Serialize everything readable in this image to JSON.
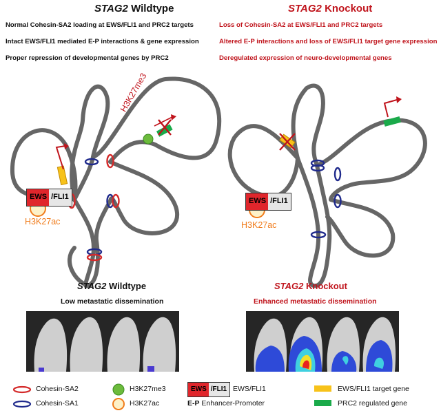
{
  "left": {
    "title_gene": "STAG2",
    "title_rest": " Wildtype",
    "lines": [
      "Normal Cohesin-SA2 loading at EWS/FLI1 and PRC2 targets",
      "Intact EWS/FLI1 mediated E-P interactions & gene expression",
      "Proper repression of developmental genes by PRC2"
    ],
    "h3k27me3": "H3K27me3",
    "h3k27ac": "H3K27ac",
    "ews": "EWS",
    "fli": "/FLI1",
    "bottom_title_gene": "STAG2",
    "bottom_title_rest": " Wildtype",
    "bottom_sub": "Low metastatic dissemination"
  },
  "right": {
    "title_gene": "STAG2",
    "title_rest": "  Knockout",
    "lines": [
      "Loss of Cohesin-SA2 at EWS/FLI1 and PRC2 targets",
      "Altered E-P interactions and loss of EWS/FLI1 target gene expression",
      "Deregulated expression of neuro-developmental genes"
    ],
    "h3k27ac": "H3K27ac",
    "ews": "EWS",
    "fli": "/FLI1",
    "bottom_title_gene": "STAG2",
    "bottom_title_rest": "  Knockout",
    "bottom_sub": "Enhanced metastatic dissemination"
  },
  "legend": {
    "sa2": "Cohesin-SA2",
    "sa1": "Cohesin-SA1",
    "h3k27me3": "H3K27me3",
    "h3k27ac": "H3K27ac",
    "ews": "EWS",
    "fli": "/FLI1",
    "ewsfli_label": "EWS/FLI1",
    "ep_bold": "E-P",
    "ep_rest": " Enhancer-Promoter",
    "target_gene": "EWS/FLI1 target gene",
    "prc2_gene": "PRC2 regulated gene"
  },
  "colors": {
    "red": "#c0141c",
    "sa2": "#d42a2a",
    "sa1": "#1f2a8c",
    "chromatin": "#666666",
    "orange": "#f07b1a",
    "yellow": "#f7c21a",
    "green": "#1aaa4a",
    "me3_green": "#6cbb3c"
  }
}
